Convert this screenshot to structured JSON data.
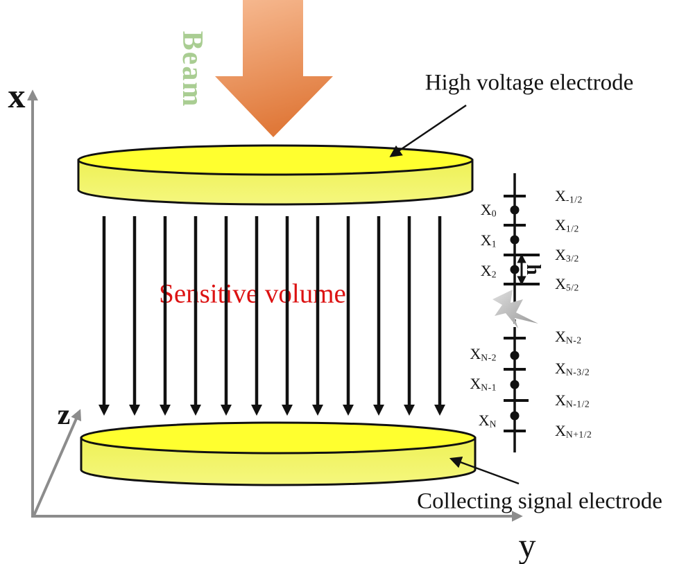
{
  "figure": {
    "description_domain": "ionization-chamber-diagram"
  },
  "colors": {
    "electrode_top_yellow": "#ffff2f",
    "electrode_side_yellow": "#f1f464",
    "beam_orange_light": "#f6b58c",
    "beam_orange_dark": "#e0793a",
    "beam_text_green": "#a9cd92",
    "sensitive_red": "#dc1212",
    "axis_gray": "#8c8c8c",
    "line_black": "#111111",
    "spark_gray": "#b9b9b9"
  },
  "labels": {
    "beam": "Beam",
    "high_voltage_electrode": "High voltage electrode",
    "sensitive_volume": "Sensitive volume",
    "collecting_signal_electrode": "Collecting signal electrode",
    "axis_x": "x",
    "axis_y": "y",
    "axis_z": "z",
    "grid_spacing": "h"
  },
  "axis_nodes": {
    "left": [
      {
        "base": "X",
        "sub": "0"
      },
      {
        "base": "X",
        "sub": "1"
      },
      {
        "base": "X",
        "sub": "2"
      },
      {
        "base": "X",
        "sub": "N-2"
      },
      {
        "base": "X",
        "sub": "N-1"
      },
      {
        "base": "X",
        "sub": "N"
      }
    ],
    "right": [
      {
        "base": "X",
        "sub": "-1/2"
      },
      {
        "base": "X",
        "sub": "1/2"
      },
      {
        "base": "X",
        "sub": "3/2"
      },
      {
        "base": "X",
        "sub": "5/2"
      },
      {
        "base": "X",
        "sub": "N-2"
      },
      {
        "base": "X",
        "sub": "N-3/2"
      },
      {
        "base": "X",
        "sub": "N-1/2"
      },
      {
        "base": "X",
        "sub": "N+1/2"
      }
    ]
  }
}
